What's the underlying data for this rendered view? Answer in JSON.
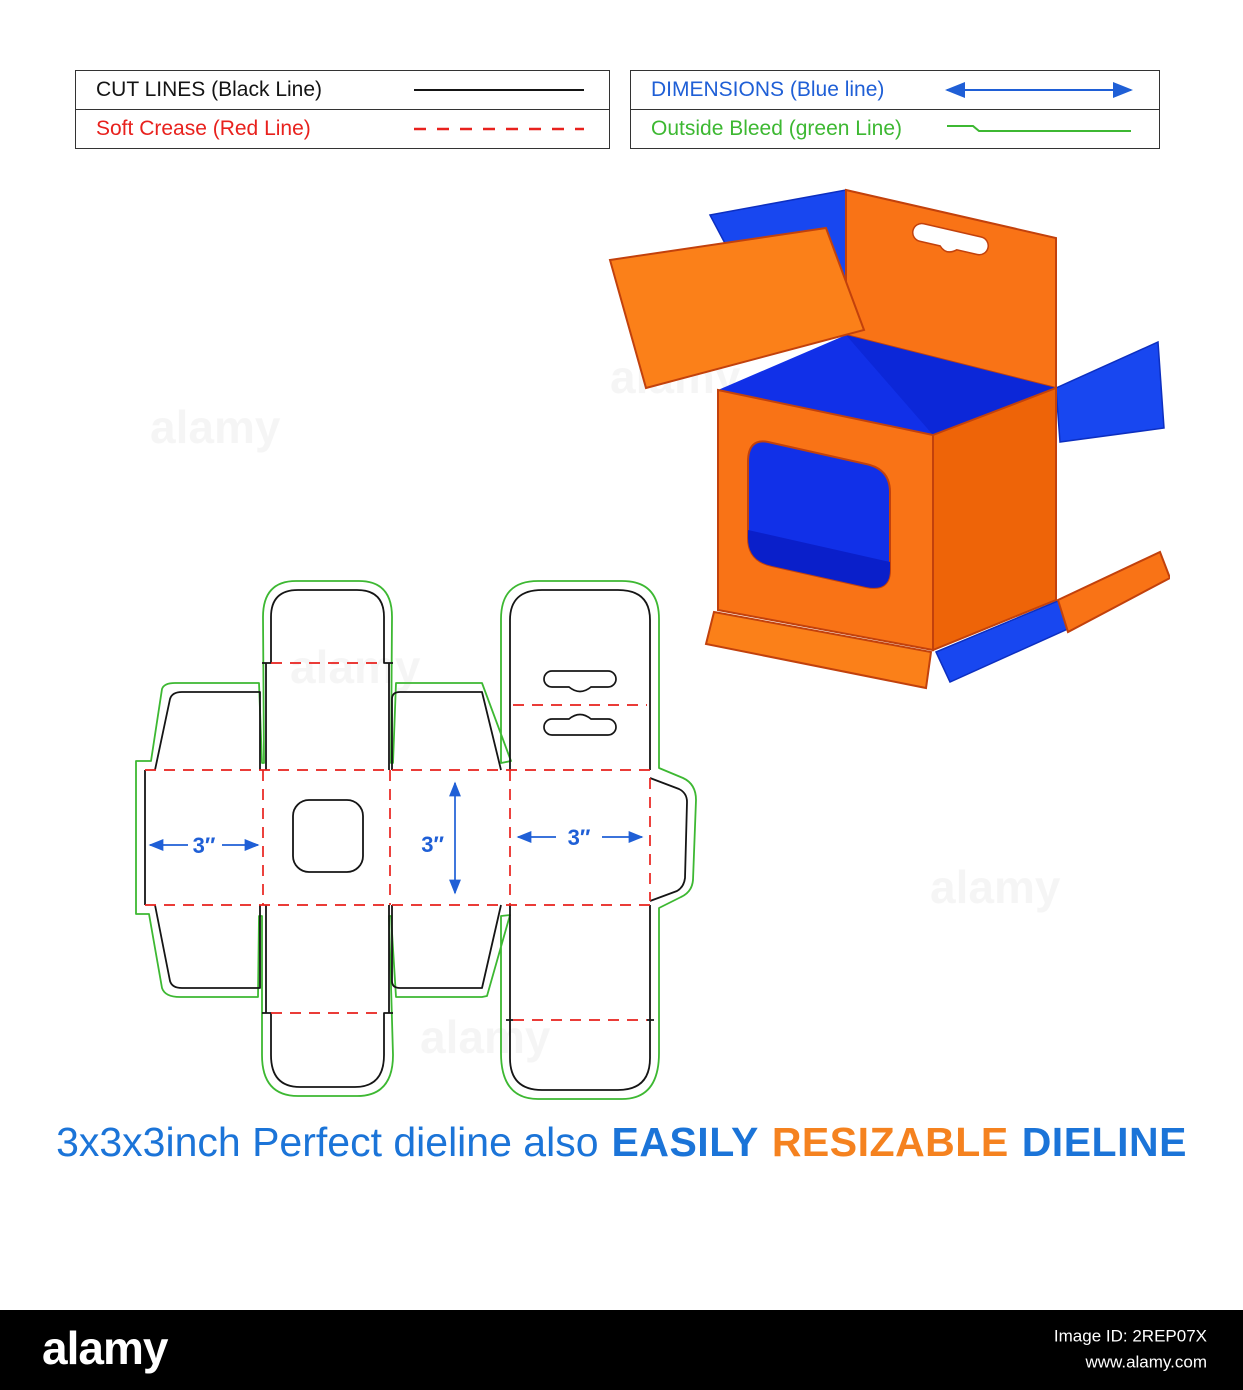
{
  "watermark": "alamy",
  "legend_left": {
    "row1_label": "CUT LINES (Black Line)",
    "row2_label": "Soft Crease (Red Line)"
  },
  "legend_right": {
    "row1_label": "DIMENSIONS (Blue line)",
    "row2_label": "Outside Bleed (green Line)"
  },
  "dieline": {
    "dim_width": "3″",
    "dim_height": "3″",
    "dim_depth": "3″"
  },
  "caption": {
    "part1": "3x3x3inch Perfect dieline also",
    "part2": "EASILY",
    "part3": "RESIZABLE",
    "part4": "DIELINE"
  },
  "footer": {
    "logo": "alamy",
    "image_id": "Image ID: 2REP07X",
    "url": "www.alamy.com"
  },
  "colors": {
    "cut_line": "#151515",
    "soft_crease": "#e8211d",
    "dimension": "#1f5fd6",
    "outside_bleed": "#3db832",
    "box_orange": "#f97316",
    "box_blue": "#1130e8",
    "caption_blue": "#1b74d8",
    "caption_orange": "#f5821f"
  }
}
